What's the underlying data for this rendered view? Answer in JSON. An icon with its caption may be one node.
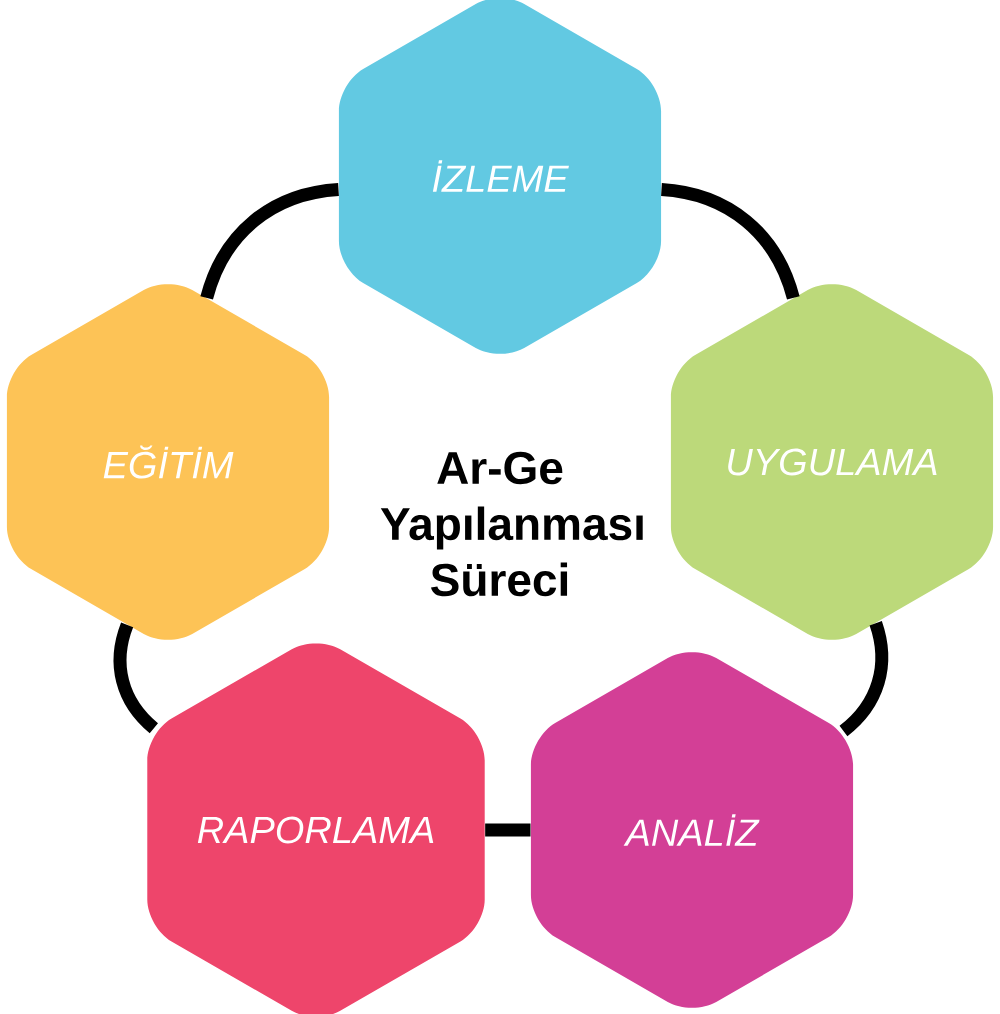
{
  "diagram": {
    "title": "Ar-Ge Yapılanması Süreci",
    "nodes": [
      {
        "text": [
          "İZLEME"
        ]
      },
      {
        "text": [
          "EĞİTİM"
        ]
      },
      {
        "text": [
          "UYGULAMA"
        ]
      },
      {
        "text": [
          "RAPORLAMA"
        ]
      },
      {
        "text": [
          "ANALİZ"
        ]
      }
    ],
    "edges": [
      {
        "from": 0,
        "to": 2,
        "arrow": "none"
      },
      {
        "from": 2,
        "to": 4,
        "arrow": "none"
      },
      {
        "from": 4,
        "to": 3,
        "arrow": "none"
      },
      {
        "from": 3,
        "to": 1,
        "arrow": "none"
      },
      {
        "from": 1,
        "to": 0,
        "arrow": "none"
      }
    ]
  }
}
